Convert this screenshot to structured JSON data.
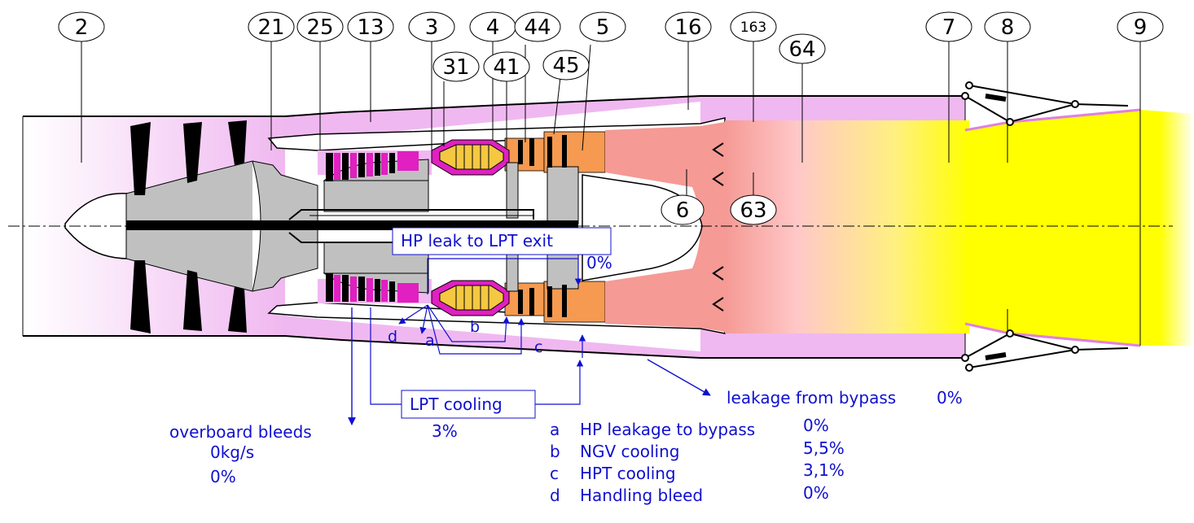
{
  "stations": {
    "s2": "2",
    "s21": "21",
    "s25": "25",
    "s13": "13",
    "s3": "3",
    "s4": "4",
    "s44": "44",
    "s5": "5",
    "s16": "16",
    "s163": "163",
    "s7": "7",
    "s8": "8",
    "s9": "9",
    "s31": "31",
    "s41": "41",
    "s45": "45",
    "s64": "64",
    "s6": "6",
    "s63": "63"
  },
  "flows": {
    "hp_leak_lpt_exit_label": "HP leak to LPT exit",
    "hp_leak_lpt_exit_value": "0%",
    "lpt_cooling_label": "LPT cooling",
    "lpt_cooling_value": "3%",
    "overboard_bleeds_label": "overboard bleeds",
    "overboard_bleeds_flow": "0kg/s",
    "overboard_bleeds_pct": "0%",
    "leakage_bypass_label": "leakage from bypass",
    "leakage_bypass_value": "0%"
  },
  "marker_letters": {
    "a": "a",
    "b": "b",
    "c": "c",
    "d": "d"
  },
  "legend": [
    {
      "key": "a",
      "label": "HP leakage to bypass",
      "value": "0%"
    },
    {
      "key": "b",
      "label": "NGV cooling",
      "value": "5,5%"
    },
    {
      "key": "c",
      "label": "HPT cooling",
      "value": "3,1%"
    },
    {
      "key": "d",
      "label": "Handling bleed",
      "value": "0%"
    }
  ],
  "colors": {
    "bypass": "#f0b8f0",
    "combustor_fill": "#f5c842",
    "combustor_rim": "#e020c0",
    "hpt": "#f59a50",
    "lpt_exit": "#f59a95",
    "nozzle": "#ffff00",
    "rotor_grey": "#c0c0c0",
    "annotation_blue": "#1010d0"
  }
}
